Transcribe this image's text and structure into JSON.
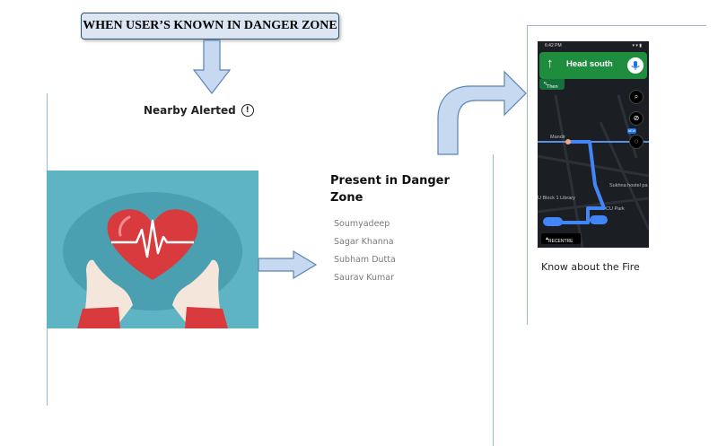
{
  "header": {
    "title": "WHEN USER’S KNOWN IN DANGER ZONE"
  },
  "alert": {
    "label": "Nearby Alerted",
    "icon": "!"
  },
  "danger_zone": {
    "title": "Present in Danger Zone",
    "people": [
      "Soumyadeep",
      "Sagar Khanna",
      "Subham Dutta",
      "Saurav Kumar"
    ]
  },
  "phone": {
    "status_time": "6:42 PM",
    "status_icons": "▾ ▾ ▮",
    "direction": "Head south",
    "then_label": "Then",
    "map_labels": {
      "top_left": "Mandir",
      "library": "U Block 1 Library",
      "hostel": "Sukhna hostel pa",
      "park": "CU Park"
    },
    "recentre_label": "RECENTRE",
    "new_badge": "NEW"
  },
  "caption": "Know about the Fire",
  "colors": {
    "arrow_fill": "#c6d9f0",
    "arrow_stroke": "#5b83b5",
    "nav_green": "#1e8e3e",
    "route_blue": "#4285f4"
  }
}
